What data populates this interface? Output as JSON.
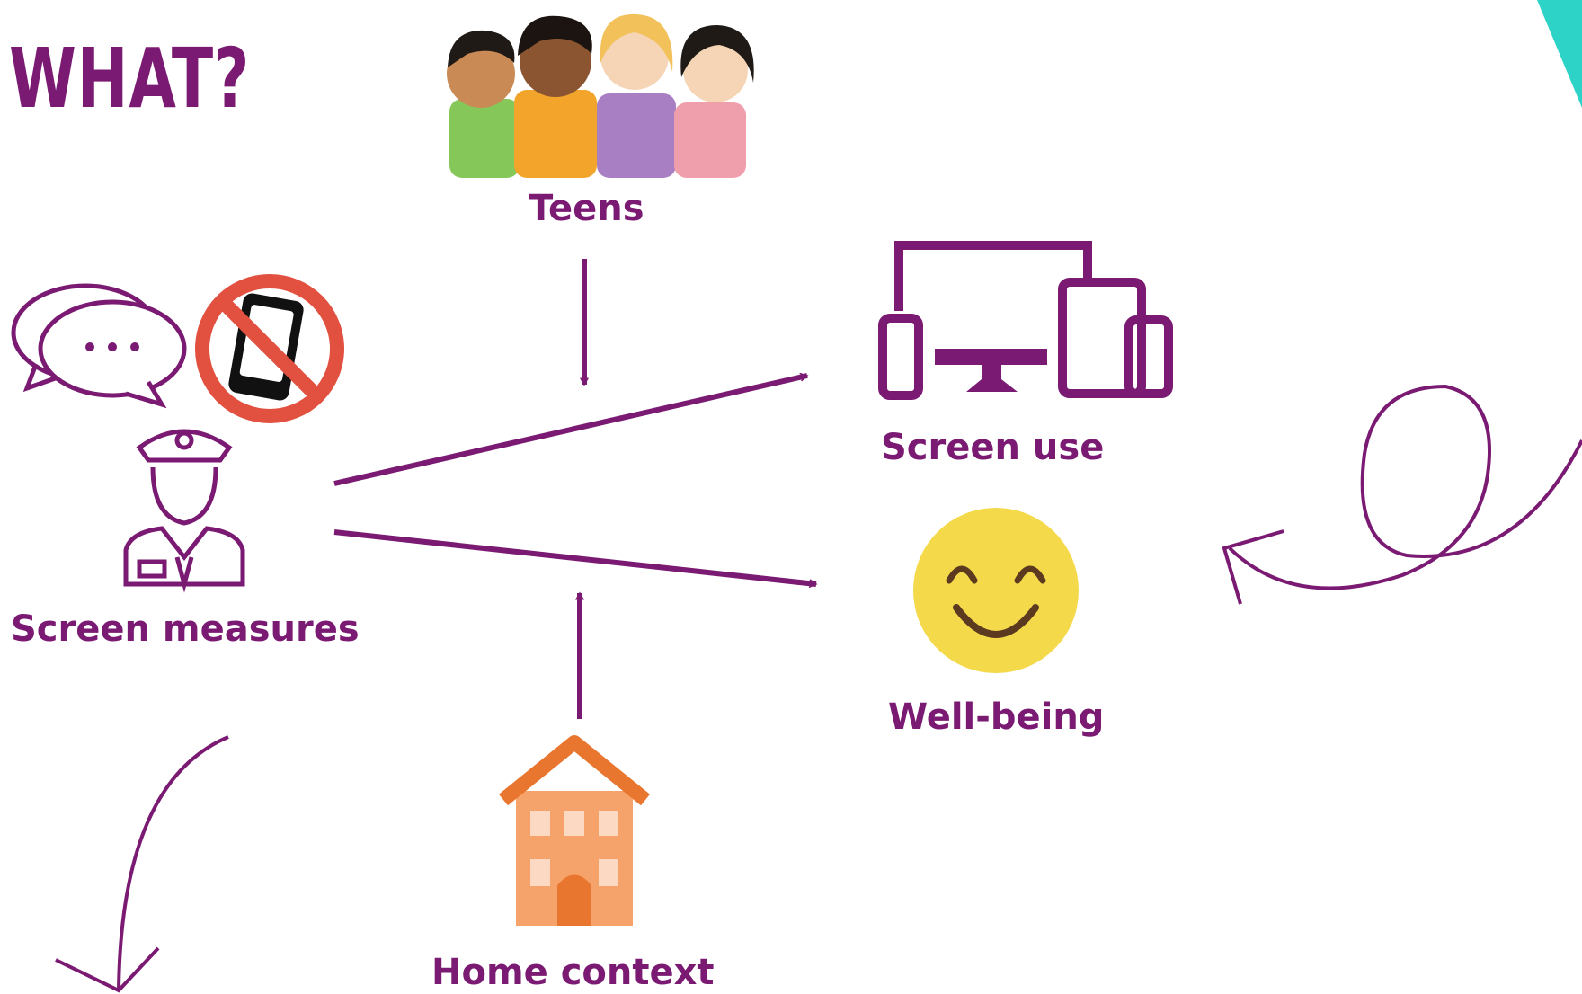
{
  "title": "WHAT?",
  "nodes": {
    "teens": "Teens",
    "screen_measures": "Screen measures",
    "screen_use": "Screen use",
    "well_being": "Well-being",
    "home_context": "Home context"
  },
  "colors": {
    "purple": "#7a1a72",
    "teal": "#2ed3c8",
    "smiley": "#f4d94a",
    "no_sign": "#e2503f",
    "house": "#f5a36a"
  },
  "icons": [
    "teens-illustration-icon",
    "speech-bubbles-icon",
    "no-phone-icon",
    "police-officer-icon",
    "devices-icon",
    "smiley-face-icon",
    "house-icon"
  ]
}
